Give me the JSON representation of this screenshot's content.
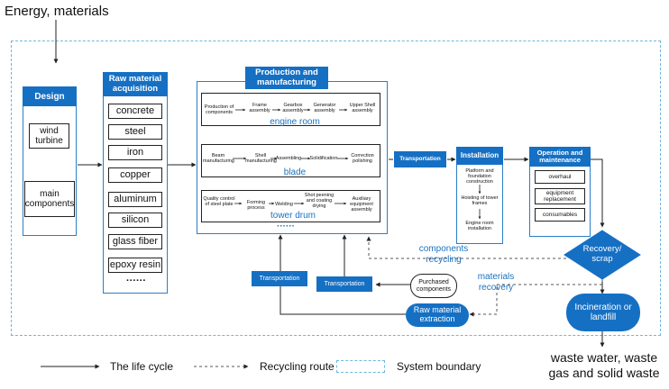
{
  "top_input": "Energy, materials",
  "output": {
    "line1": "waste water, waste",
    "line2": "gas and solid waste"
  },
  "design": {
    "title": "Design",
    "items": [
      "wind turbine",
      "main components"
    ]
  },
  "raw": {
    "title": "Raw material acquisition",
    "items": [
      "concrete",
      "steel",
      "iron",
      "copper",
      "aluminum",
      "silicon",
      "glass fiber",
      "epoxy resin"
    ],
    "more": "······"
  },
  "production": {
    "title": "Production and manufacturing",
    "engine_room": {
      "label": "engine room",
      "steps": [
        "Production of components",
        "Frame assembly",
        "Gearbox assembly",
        "Generator assembly",
        "Upper Shell assembly"
      ]
    },
    "blade": {
      "label": "blade",
      "steps": [
        "Beam manufacturing",
        "Shell manufacturing",
        "Assembling",
        "Solidification",
        "Correction polishing"
      ]
    },
    "tower_drum": {
      "label": "tower drum",
      "steps": [
        "Quality control of steel plate",
        "Forming process",
        "Welding",
        "Shot peening and coating drying",
        "Auxiliary equipment assembly"
      ]
    },
    "more": "······"
  },
  "transport_main": "Transportation",
  "installation": {
    "title": "Installation",
    "steps": [
      "Platform and foundation construction",
      "Hoisting of tower frames",
      "Engine room installation"
    ]
  },
  "operation": {
    "title": "Operation and maintenance",
    "items": [
      "overhaul",
      "equipment replacement",
      "consumables"
    ]
  },
  "recovery": "Recovery/ scrap",
  "incineration": "Incineration or landfill",
  "components_recycling": "components recycling",
  "materials_recovery": "materials recovery",
  "transport_left": "Transportation",
  "transport_mid": "Transportation",
  "purchased": "Purchased components",
  "raw_extraction": "Raw material extraction",
  "legend": {
    "life_cycle": "The life cycle",
    "recycling": "Recycling route",
    "boundary": "System boundary"
  }
}
